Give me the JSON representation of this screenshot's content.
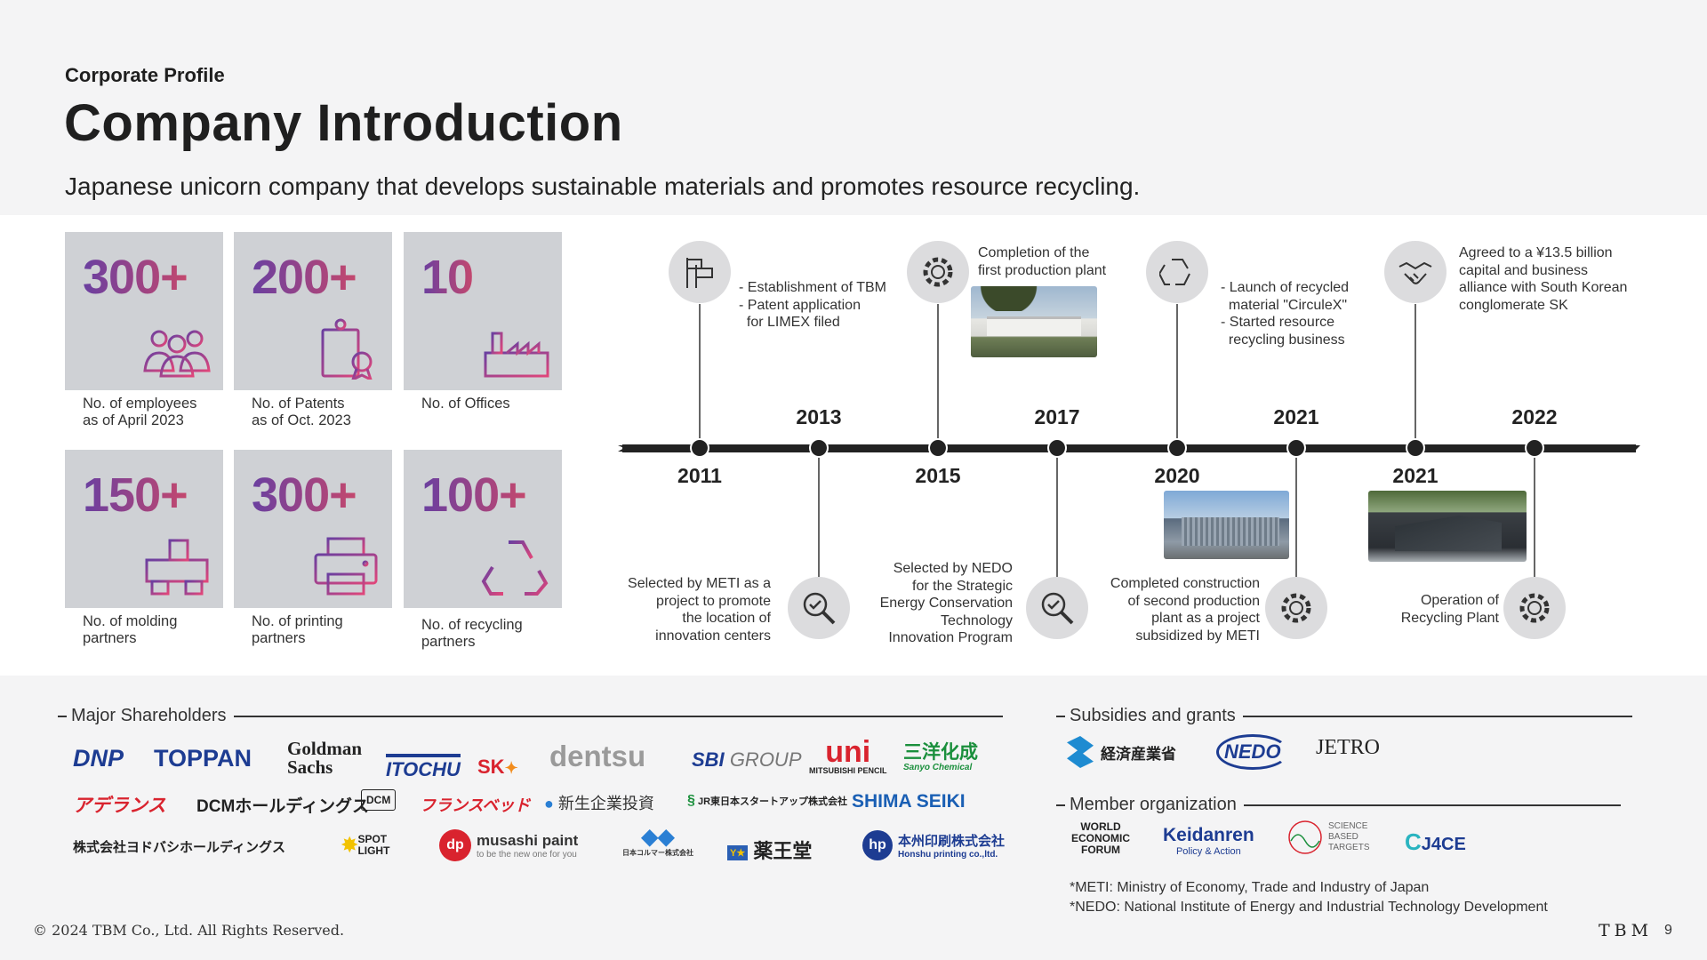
{
  "header": {
    "eyebrow": "Corporate Profile",
    "title": "Company Introduction",
    "subtitle": "Japanese unicorn company that develops sustainable materials and promotes resource recycling."
  },
  "stats": [
    {
      "value": "300+",
      "caption": [
        "No. of employees",
        "as of April 2023"
      ],
      "icon": "people-icon"
    },
    {
      "value": "200+",
      "caption": [
        "No. of Patents",
        "as of Oct. 2023"
      ],
      "icon": "patent-certificate-icon"
    },
    {
      "value": "10",
      "caption": [
        "No. of Offices"
      ],
      "icon": "factory-icon"
    },
    {
      "value": "150+",
      "caption": [
        "No. of molding",
        "partners"
      ],
      "icon": "molding-machine-icon"
    },
    {
      "value": "300+",
      "caption": [
        "No. of printing",
        "partners"
      ],
      "icon": "printer-icon"
    },
    {
      "value": "100+",
      "caption": [
        "No. of recycling",
        "partners"
      ],
      "icon": "recycle-icon"
    }
  ],
  "timeline": {
    "years_top": [
      "2013",
      "2017",
      "2021",
      "2022"
    ],
    "years_bottom": [
      "2011",
      "2015",
      "2020",
      "2021"
    ],
    "events": [
      {
        "year": "2011",
        "icon": "flags-icon",
        "lines": [
          "- Establishment of TBM",
          "- Patent application",
          "  for LIMEX filed"
        ]
      },
      {
        "year": "2013",
        "icon": "magnifier-check-icon",
        "lines": [
          "Selected by METI as a",
          "project to promote",
          "the location of",
          "innovation centers"
        ]
      },
      {
        "year": "2015",
        "icon": "gear-icon",
        "lines": [
          "Completion of the",
          "first production plant"
        ]
      },
      {
        "year": "2017",
        "icon": "magnifier-check-icon",
        "lines": [
          "Selected by NEDO",
          "for the Strategic",
          "Energy Conservation",
          "Technology",
          "Innovation Program"
        ]
      },
      {
        "year": "2020",
        "icon": "recycle-icon",
        "lines": [
          "- Launch of recycled",
          "  material \"CirculeX\"",
          "- Started resource",
          "  recycling business"
        ]
      },
      {
        "year": "2021",
        "icon": "gear-icon",
        "lines": [
          "Completed construction",
          "of second production",
          "plant as a project",
          "subsidized by METI"
        ]
      },
      {
        "year": "2021",
        "icon": "handshake-icon",
        "lines": [
          "Agreed to a ¥13.5 billion",
          "capital and business",
          "alliance with South Korean",
          "conglomerate SK"
        ]
      },
      {
        "year": "2022",
        "icon": "gear-icon",
        "lines": [
          "Operation of",
          "Recycling Plant"
        ]
      }
    ]
  },
  "shareholders": {
    "heading": "Major Shareholders",
    "logos": [
      {
        "text": "DNP",
        "color": "#1d3c92"
      },
      {
        "text": "TOPPAN",
        "color": "#1d3c92"
      },
      {
        "text": "Goldman",
        "color": "#222222"
      },
      {
        "text": "Sachs",
        "color": "#222222"
      },
      {
        "text": "ITOCHU",
        "color": "#1d3c92"
      },
      {
        "text": "SK",
        "color": "#d9232e"
      },
      {
        "text": "dentsu",
        "color": "#9a9a9a"
      },
      {
        "text": "SBI",
        "color": "#1d3c92"
      },
      {
        "text": "GROUP",
        "color": "#777777"
      },
      {
        "text": "uni",
        "color": "#d9232e"
      },
      {
        "text": "MITSUBISHI PENCIL",
        "color": "#222222"
      },
      {
        "text": "三洋化成",
        "color": "#1a8f3c"
      },
      {
        "text": "Sanyo Chemical",
        "color": "#1a8f3c"
      },
      {
        "text": "アデランス",
        "color": "#d9232e"
      },
      {
        "text": "DCMホールディングス",
        "color": "#222222"
      },
      {
        "text": "DCM",
        "color": "#222222"
      },
      {
        "text": "フランスベッド",
        "color": "#d9232e"
      },
      {
        "text": "新生企業投資",
        "color": "#333333"
      },
      {
        "text": "JR東日本スタートアップ株式会社",
        "color": "#222222"
      },
      {
        "text": "SHIMA SEIKI",
        "color": "#1a5fb4"
      },
      {
        "text": "株式会社ヨドバシホールディングス",
        "color": "#222222"
      },
      {
        "text": "SPOT",
        "color": "#222222"
      },
      {
        "text": "LIGHT",
        "color": "#222222"
      },
      {
        "text": "musashi paint",
        "color": "#333333"
      },
      {
        "text": "to be the new one for you",
        "color": "#777777"
      },
      {
        "text": "日本コルマー株式会社",
        "color": "#333333"
      },
      {
        "text": "薬王堂",
        "color": "#222222"
      },
      {
        "text": "本州印刷株式会社",
        "color": "#1d3c92"
      },
      {
        "text": "Honshu printing co.,ltd.",
        "color": "#1d3c92"
      }
    ]
  },
  "subsidies": {
    "heading": "Subsidies and grants",
    "logos": [
      {
        "text": "経済産業省",
        "color": "#222222"
      },
      {
        "text": "NEDO",
        "color": "#1d3c92"
      },
      {
        "text": "JETRO",
        "color": "#222222"
      }
    ]
  },
  "members": {
    "heading": "Member organization",
    "logos": [
      {
        "text": "WORLD",
        "color": "#222222"
      },
      {
        "text": "ECONOMIC",
        "color": "#222222"
      },
      {
        "text": "FORUM",
        "color": "#222222"
      },
      {
        "text": "Keidanren",
        "color": "#1d3c92"
      },
      {
        "text": "Policy & Action",
        "color": "#1d3c92"
      },
      {
        "text": "SCIENCE",
        "color": "#666666"
      },
      {
        "text": "BASED",
        "color": "#666666"
      },
      {
        "text": "TARGETS",
        "color": "#666666"
      },
      {
        "text": "J4CE",
        "color": "#1d3c92"
      }
    ]
  },
  "notes": [
    "*METI: Ministry of Economy, Trade and Industry of Japan",
    "*NEDO: National Institute of Energy and Industrial Technology Development"
  ],
  "footer": {
    "copyright": "© 2024 TBM Co., Ltd. All Rights Reserved.",
    "brand": "TBM",
    "page": "9"
  },
  "colors": {
    "accent_start": "#6a3fa0",
    "accent_end": "#c4486e",
    "card_bg": "#cfd1d5",
    "timeline": "#222222"
  }
}
